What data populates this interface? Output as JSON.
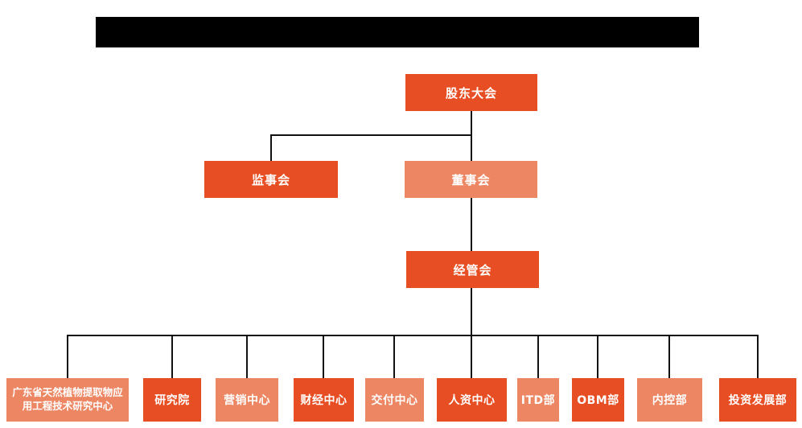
{
  "title_bar": {
    "redacted": true,
    "color": "#000000"
  },
  "colors": {
    "primary_box": "#e84e23",
    "secondary_box": "#ed8663",
    "connector_line": "#111111",
    "node_text": "#ffffff",
    "background": "#ffffff"
  },
  "org": {
    "type": "org-chart",
    "nodes": [
      {
        "label": "股东大会",
        "level": 1,
        "variant": "primary",
        "parent": null
      },
      {
        "label": "监事会",
        "level": 2,
        "variant": "primary",
        "parent": "股东大会"
      },
      {
        "label": "董事会",
        "level": 2,
        "variant": "secondary",
        "parent": "股东大会"
      },
      {
        "label": "经管会",
        "level": 3,
        "variant": "primary",
        "parent": "董事会"
      },
      {
        "label": "广东省天然植物提取物应用工程技术研究中心",
        "level": 4,
        "variant": "secondary",
        "parent": "经管会"
      },
      {
        "label": "研究院",
        "level": 4,
        "variant": "primary",
        "parent": "经管会"
      },
      {
        "label": "营销中心",
        "level": 4,
        "variant": "secondary",
        "parent": "经管会"
      },
      {
        "label": "财经中心",
        "level": 4,
        "variant": "primary",
        "parent": "经管会"
      },
      {
        "label": "交付中心",
        "level": 4,
        "variant": "secondary",
        "parent": "经管会"
      },
      {
        "label": "人资中心",
        "level": 4,
        "variant": "primary",
        "parent": "经管会"
      },
      {
        "label": "ITD部",
        "level": 4,
        "variant": "secondary",
        "parent": "经管会"
      },
      {
        "label": "OBM部",
        "level": 4,
        "variant": "primary",
        "parent": "经管会"
      },
      {
        "label": "内控部",
        "level": 4,
        "variant": "secondary",
        "parent": "经管会"
      },
      {
        "label": "投资发展部",
        "level": 4,
        "variant": "primary",
        "parent": "经管会"
      }
    ]
  }
}
